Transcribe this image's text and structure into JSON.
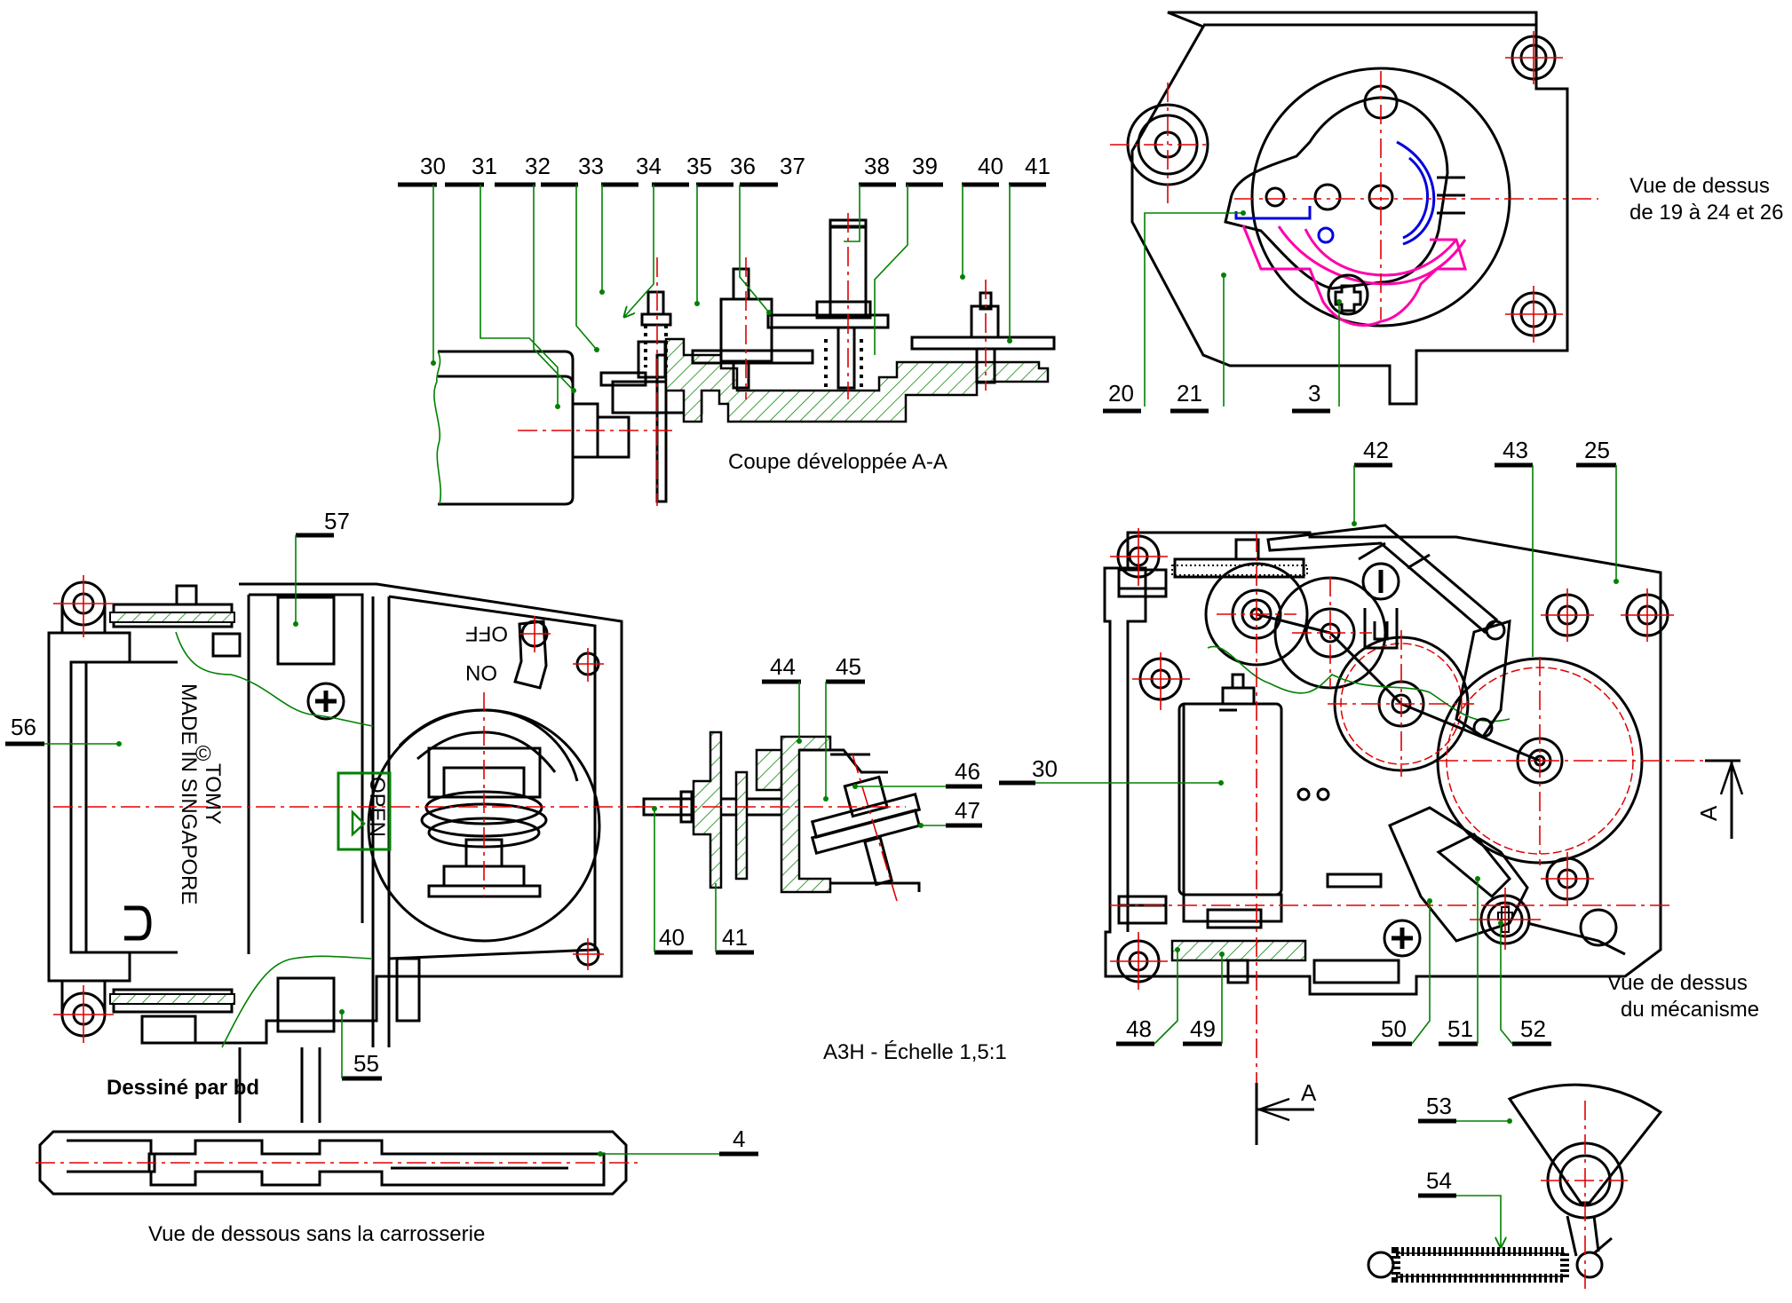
{
  "drawing": {
    "scale_note": "A3H - Échelle 1,5:1",
    "author": "Dessiné par bd",
    "colors": {
      "outline": "#000000",
      "axis": "#e00000",
      "leader": "#008000",
      "highlight_magenta": "#ff00aa",
      "highlight_blue": "#0000dd"
    }
  },
  "views": {
    "section": {
      "title": "Coupe développée A-A",
      "labels": [
        "30",
        "31",
        "32",
        "33",
        "34",
        "35",
        "36",
        "37",
        "38",
        "39",
        "40",
        "41"
      ]
    },
    "top_19_24": {
      "title_line1": "Vue de dessus",
      "title_line2": "de 19 à 24 et 26",
      "labels": [
        "20",
        "21",
        "3"
      ]
    },
    "underside": {
      "title": "Vue de dessous sans la carrosserie",
      "labels": [
        "57",
        "56",
        "55",
        "4"
      ],
      "markings": {
        "brand": "TOMY",
        "origin": "MADE IN SINGAPORE",
        "copyright": "©",
        "off": "OFF",
        "on": "ON",
        "open": "OPEN"
      }
    },
    "detail": {
      "labels": [
        "44",
        "45",
        "46",
        "47",
        "40",
        "41"
      ]
    },
    "mechanism": {
      "title_line1": "Vue de dessus",
      "title_line2": "du mécanisme",
      "labels": [
        "42",
        "43",
        "25",
        "30",
        "48",
        "49",
        "50",
        "51",
        "52"
      ],
      "section_marker": "A"
    },
    "parts_53_54": {
      "labels": [
        "53",
        "54"
      ]
    }
  }
}
